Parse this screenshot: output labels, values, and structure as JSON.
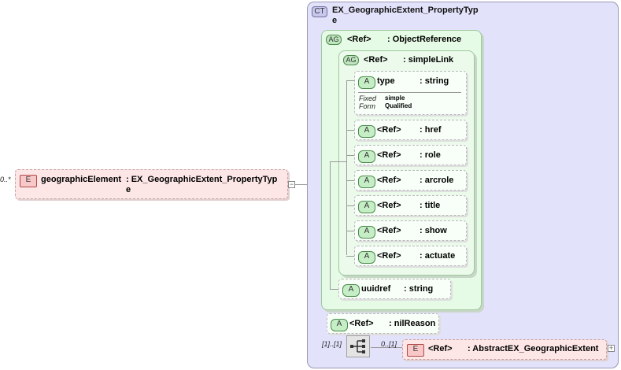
{
  "element": {
    "multiplicity": "0..*",
    "badge": "E",
    "name": "geographicElement",
    "type_line1": ": EX_GeographicExtent_PropertyTyp",
    "type_line2": "e",
    "toggle": "−"
  },
  "complex_type": {
    "badge": "CT",
    "title_line1": "EX_GeographicExtent_PropertyTyp",
    "title_line2": "e"
  },
  "object_reference_group": {
    "badge": "AG",
    "name": "<Ref>",
    "type": ": ObjectReference"
  },
  "simple_link_group": {
    "badge": "AG",
    "name": "<Ref>",
    "type": ": simpleLink"
  },
  "type_attribute": {
    "badge": "A",
    "name": "type",
    "type": ": string",
    "fixed_label": "Fixed",
    "fixed_value": "simple",
    "form_label": "Form",
    "form_value": "Qualified"
  },
  "link_attributes": [
    {
      "badge": "A",
      "name": "<Ref>",
      "type": ": href"
    },
    {
      "badge": "A",
      "name": "<Ref>",
      "type": ": role"
    },
    {
      "badge": "A",
      "name": "<Ref>",
      "type": ": arcrole"
    },
    {
      "badge": "A",
      "name": "<Ref>",
      "type": ": title"
    },
    {
      "badge": "A",
      "name": "<Ref>",
      "type": ": show"
    },
    {
      "badge": "A",
      "name": "<Ref>",
      "type": ": actuate"
    }
  ],
  "uuidref_attribute": {
    "badge": "A",
    "name": "uuidref",
    "type": ": string"
  },
  "nilreason_attribute": {
    "badge": "A",
    "name": "<Ref>",
    "type": ": nilReason"
  },
  "sequence": {
    "multiplicity": "[1]..[1]"
  },
  "abstract_element": {
    "multiplicity": "0..[1]",
    "badge": "E",
    "name": "<Ref>",
    "type": ": AbstractEX_GeographicExtent",
    "toggle": "+"
  }
}
